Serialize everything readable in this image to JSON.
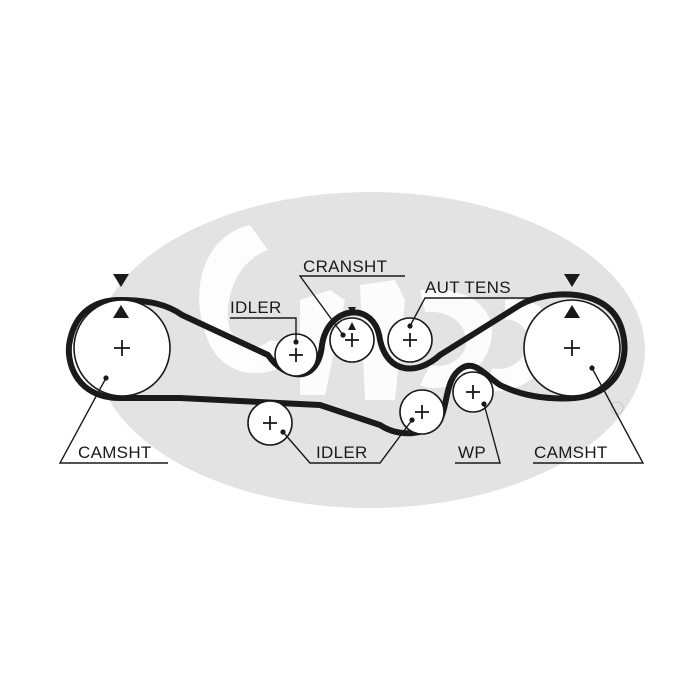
{
  "diagram": {
    "brand_watermark_color": "#e3e3e3",
    "ink_color": "#1a1a1a",
    "labels": {
      "camshaft_left": "CAMSHT",
      "camshaft_right": "CAMSHT",
      "crankshaft": "CRANSHT",
      "auto_tensioner": "AUT TENS",
      "idler_top": "IDLER",
      "idler_bottom": "IDLER",
      "water_pump": "WP"
    },
    "timing_marks": [
      "camshaft-left",
      "crankshaft",
      "camshaft-right"
    ]
  }
}
